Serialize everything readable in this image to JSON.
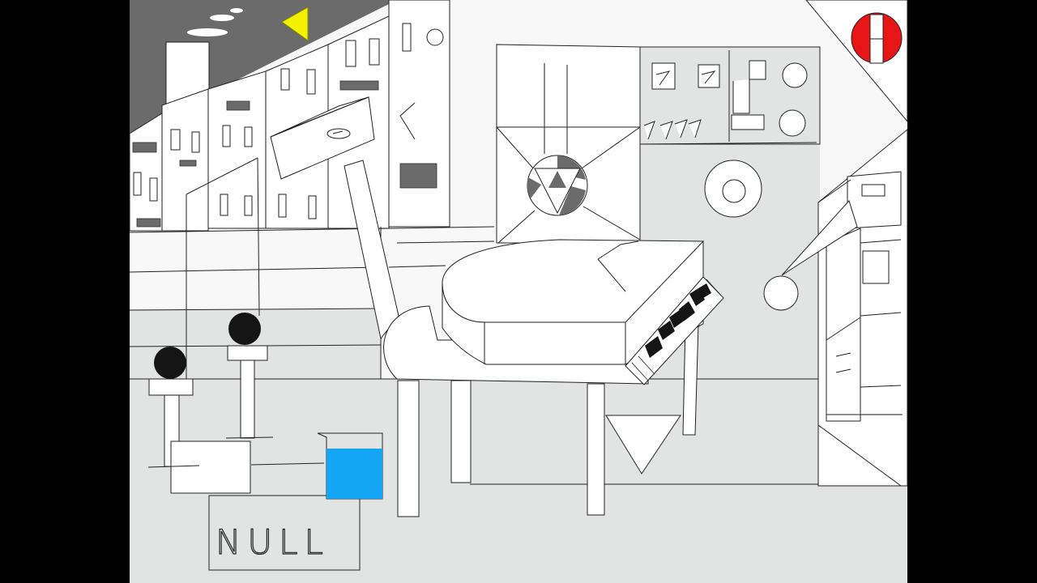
{
  "scene": {
    "type": "point-and-click puzzle room",
    "colors": {
      "background": "#f8f8f8",
      "floor": "#e2e4e3",
      "sky": "#6b6b6b",
      "line": "#222222",
      "yellow_arrow": "#f2f200",
      "blue_cup": "#14a6f5",
      "menu_red": "#e61616",
      "black_piece": "#151515"
    }
  },
  "hud": {
    "menu_icon": "pause-menu-icon",
    "back_arrow_icon": "yellow-triangle-arrow-icon"
  },
  "labels": {
    "null_sign": "NULL"
  },
  "objects": {
    "piano_keys_black": 6,
    "speaker_count": 1,
    "wall_knobs": 2,
    "pawn_figures": 2
  }
}
